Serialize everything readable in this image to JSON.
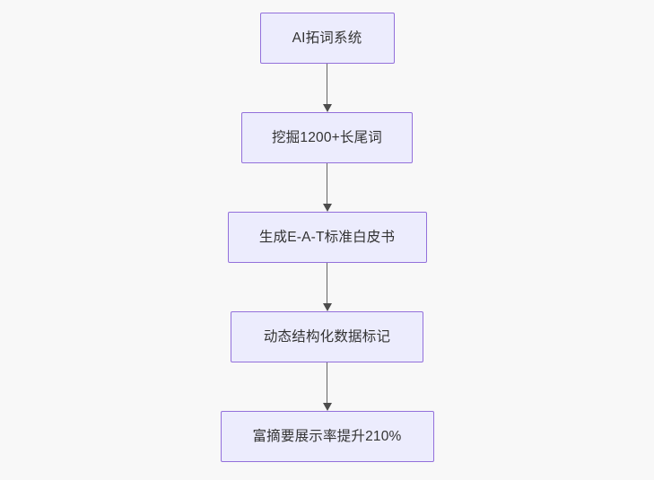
{
  "diagram": {
    "type": "flowchart",
    "direction": "top-to-bottom",
    "background_color": "#f8f8f8",
    "node_fill_color": "#ececfd",
    "node_border_color": "#9370db",
    "node_text_color": "#333333",
    "connector_color": "#666666",
    "nodes": [
      {
        "id": "n1",
        "label": "AI拓词系统"
      },
      {
        "id": "n2",
        "label": "挖掘1200+长尾词"
      },
      {
        "id": "n3",
        "label": "生成E-A-T标准白皮书"
      },
      {
        "id": "n4",
        "label": "动态结构化数据标记"
      },
      {
        "id": "n5",
        "label": "富摘要展示率提升210%"
      }
    ],
    "edges": [
      {
        "from": "n1",
        "to": "n2",
        "arrow": "arrow-down-icon"
      },
      {
        "from": "n2",
        "to": "n3",
        "arrow": "arrow-down-icon"
      },
      {
        "from": "n3",
        "to": "n4",
        "arrow": "arrow-down-icon"
      },
      {
        "from": "n4",
        "to": "n5",
        "arrow": "arrow-down-icon"
      }
    ]
  }
}
